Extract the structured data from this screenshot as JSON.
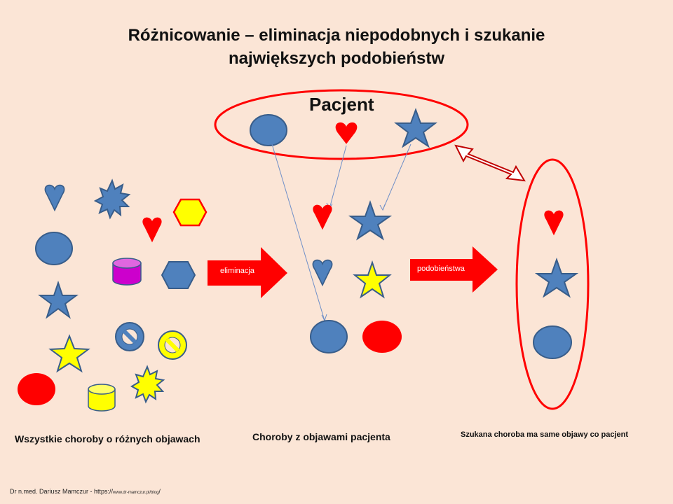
{
  "title_line1": "Różnicowanie – eliminacja niepodobnych i szukanie",
  "title_line2": "największych podobieństw",
  "patient_label": "Pacjent",
  "arrow_elimination": "eliminacja",
  "arrow_similarity": "podobieństwa",
  "caption_all": "Wszystkie choroby o różnych  objawach",
  "caption_matching": "Choroby z objawami pacjenta",
  "caption_target": "Szukana choroba ma same objawy co pacjent",
  "footer_author": "Dr n.med. Dariusz Mamczur - https://",
  "footer_url": "www.dr-mamczur.pl/blog",
  "footer_end": "/",
  "colors": {
    "background": "#fbe5d6",
    "blue": "#4f81bd",
    "blue_outline": "#385d8a",
    "red": "#ff0000",
    "yellow": "#ffff00",
    "purple": "#cc00cc"
  }
}
